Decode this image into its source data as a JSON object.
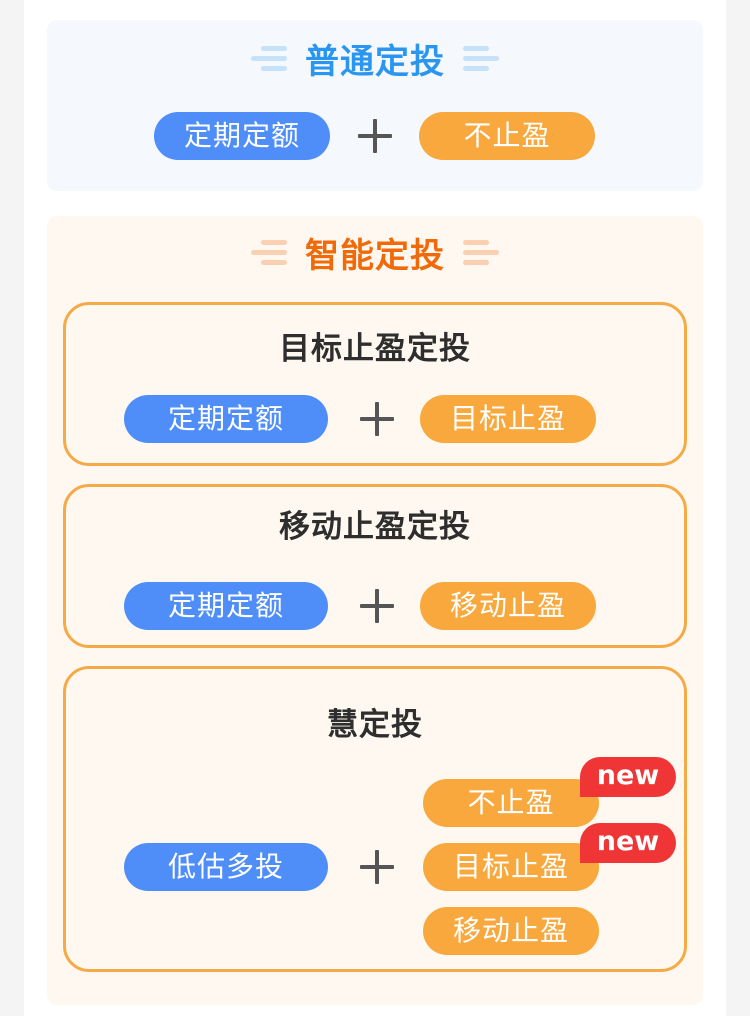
{
  "colors": {
    "blue_pill": "#4f8ef8",
    "orange_pill": "#f8a83c",
    "normal_title": "#2a96f0",
    "smart_title": "#f06a0a",
    "card_border": "#f5aa48",
    "badge": "#ef3535"
  },
  "normal": {
    "title": "普通定投",
    "left": "定期定额",
    "right": "不止盈"
  },
  "smart": {
    "title": "智能定投",
    "cards": [
      {
        "title": "目标止盈定投",
        "left": "定期定额",
        "right": "目标止盈"
      },
      {
        "title": "移动止盈定投",
        "left": "定期定额",
        "right": "移动止盈"
      },
      {
        "title": "慧定投",
        "left": "低估多投",
        "options": [
          {
            "label": "不止盈",
            "badge": "new"
          },
          {
            "label": "目标止盈",
            "badge": "new"
          },
          {
            "label": "移动止盈"
          }
        ]
      }
    ]
  }
}
